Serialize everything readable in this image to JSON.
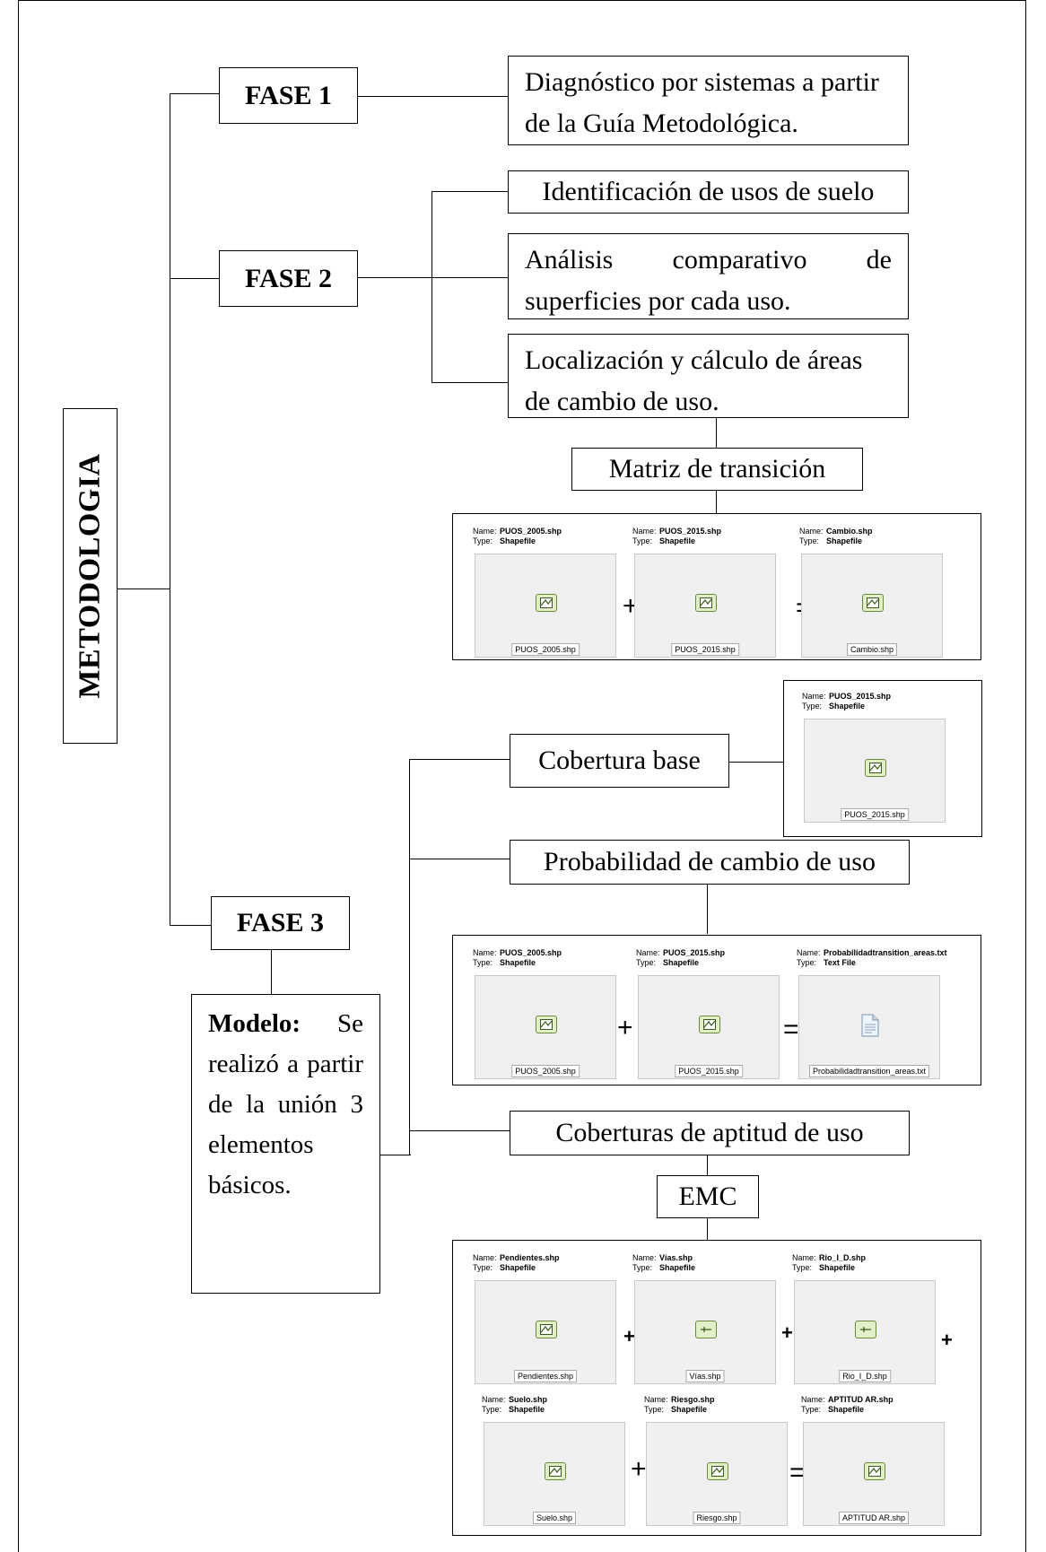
{
  "metodologia": "METODOLOGIA",
  "fase1": {
    "label": "FASE 1",
    "text": "Diagnóstico por sistemas a partir de la Guía Metodológica."
  },
  "fase2": {
    "label": "FASE 2",
    "items": [
      "Identificación de usos de suelo",
      "Análisis comparativo de superficies por cada uso.",
      "Localización y cálculo de áreas de cambio de uso."
    ],
    "matriz": "Matriz de transición"
  },
  "fase3": {
    "label": "FASE 3",
    "modelo_bold": "Modelo:",
    "modelo_rest": " Se realizó a partir de la unión 3 elementos básicos.",
    "cobertura_base": "Cobertura base",
    "probabilidad": "Probabilidad de cambio de uso",
    "aptitud": "Coberturas de aptitud de uso",
    "emc": "EMC"
  },
  "meta_keys": {
    "name": "Name:",
    "type": "Type:"
  },
  "operators": {
    "plus": "+",
    "equals": "="
  },
  "files": {
    "puos2005": {
      "name": "PUOS_2005.shp",
      "type": "Shapefile",
      "caption": "PUOS_2005.shp",
      "icon": "polygon-shapefile-icon"
    },
    "puos2015": {
      "name": "PUOS_2015.shp",
      "type": "Shapefile",
      "caption": "PUOS_2015.shp",
      "icon": "polygon-shapefile-icon"
    },
    "cambio": {
      "name": "Cambio.shp",
      "type": "Shapefile",
      "caption": "Cambio.shp",
      "icon": "polygon-shapefile-icon"
    },
    "probabilidad": {
      "name": "Probabilidadtransition_areas.txt",
      "type": "Text File",
      "caption": "Probabilidadtransition_areas.txt",
      "icon": "text-file-icon"
    },
    "pendientes": {
      "name": "Pendientes.shp",
      "type": "Shapefile",
      "caption": "Pendientes.shp",
      "icon": "polygon-shapefile-icon"
    },
    "vias": {
      "name": "Vías.shp",
      "type": "Shapefile",
      "caption": "Vías.shp",
      "icon": "line-shapefile-icon"
    },
    "rio": {
      "name": "Rio_I_D.shp",
      "type": "Shapefile",
      "caption": "Rio_I_D.shp",
      "icon": "line-shapefile-icon"
    },
    "suelo": {
      "name": "Suelo.shp",
      "type": "Shapefile",
      "caption": "Suelo.shp",
      "icon": "polygon-shapefile-icon"
    },
    "riesgo": {
      "name": "Riesgo.shp",
      "type": "Shapefile",
      "caption": "Riesgo.shp",
      "icon": "polygon-shapefile-icon"
    },
    "aptitud": {
      "name": "APTITUD AR.shp",
      "type": "Shapefile",
      "caption": "APTITUD AR.shp",
      "icon": "polygon-shapefile-icon"
    }
  }
}
